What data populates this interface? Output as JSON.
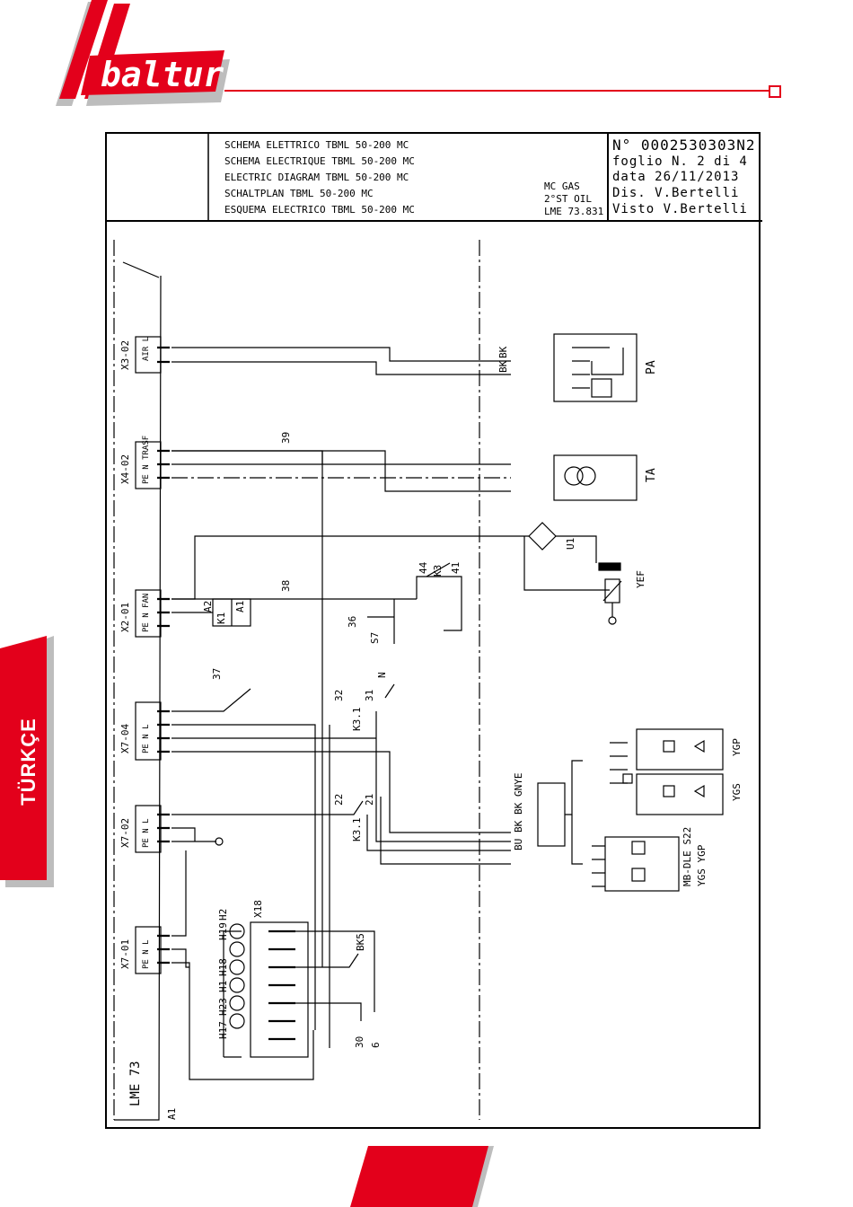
{
  "brand": {
    "logo_text": "baltur",
    "red": "#e3001b",
    "shadow": "#bdbdbd"
  },
  "side_tab": {
    "label": "TÜRKÇE"
  },
  "title_block": {
    "titles": [
      "SCHEMA ELETTRICO TBML 50-200 MC",
      "SCHEMA ELECTRIQUE TBML 50-200 MC",
      "ELECTRIC DIAGRAM TBML 50-200 MC",
      "SCHALTPLAN TBML 50-200 MC",
      "ESQUEMA ELECTRICO TBML 50-200 MC"
    ],
    "variant": [
      "MC GAS",
      "2°ST OIL",
      "LME 73.831"
    ],
    "number": "N° 0002530303N2",
    "sheet": "foglio N. 2 di 4",
    "date": "data 26/11/2013",
    "drawn_by": "Dis. V.Bertelli",
    "checked_by": "Visto V.Bertelli"
  },
  "diagram": {
    "connectors": [
      "X3-02",
      "X4-02",
      "X2-01",
      "X7-04",
      "X7-02",
      "X7-01"
    ],
    "connector_pins": [
      "AIR L",
      "PE N TRASF",
      "PE N FAN",
      "PE N L",
      "PE N L",
      "PE N L"
    ],
    "controller": "LME 73",
    "controller_ref": "A1",
    "terminal_block": "X18",
    "lamps": [
      "H2",
      "H19",
      "H18",
      "H1",
      "H23",
      "H17"
    ],
    "devices": [
      "PA",
      "TA",
      "U1",
      "YEF",
      "K1",
      "A2",
      "A1",
      "K3",
      "S7",
      "K3.1",
      "YGP",
      "YGS",
      "MB-DLE S22",
      "YGS YGP"
    ],
    "wire_numbers": [
      "39",
      "38",
      "44",
      "41",
      "36",
      "37",
      "32",
      "31",
      "N",
      "22",
      "21",
      "BK5",
      "30",
      "6"
    ],
    "wire_colors": [
      "BK",
      "BK",
      "GNYE",
      "BK",
      "BK",
      "BU"
    ]
  }
}
